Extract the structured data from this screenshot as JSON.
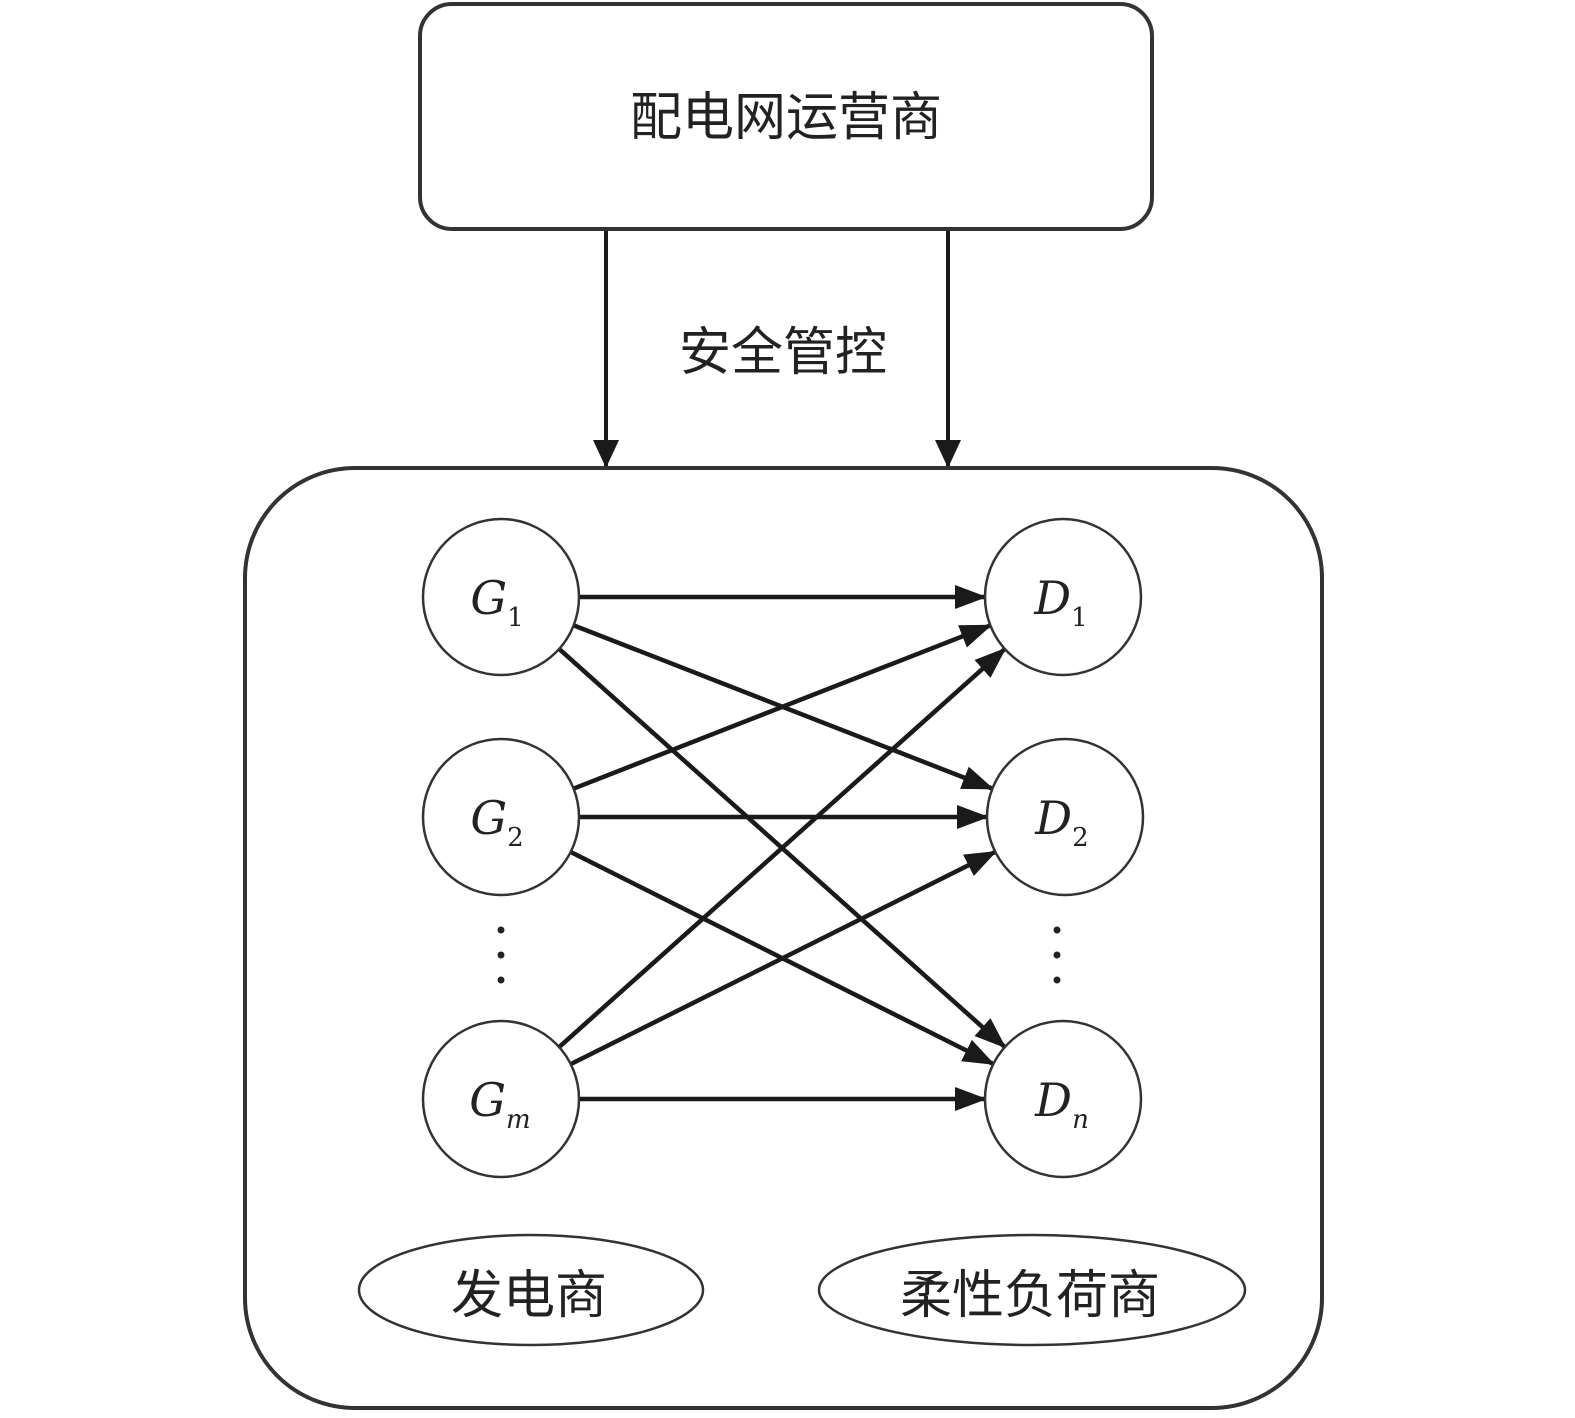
{
  "operator": {
    "label": "配电网运营商"
  },
  "control": {
    "label": "安全管控"
  },
  "generators": {
    "group_label": "发电商",
    "nodes": [
      {
        "letter": "G",
        "sub": "1",
        "sub_italic": false
      },
      {
        "letter": "G",
        "sub": "2",
        "sub_italic": false
      },
      {
        "letter": "G",
        "sub": "m",
        "sub_italic": true
      }
    ]
  },
  "loads": {
    "group_label": "柔性负荷商",
    "nodes": [
      {
        "letter": "D",
        "sub": "1",
        "sub_italic": false
      },
      {
        "letter": "D",
        "sub": "2",
        "sub_italic": false
      },
      {
        "letter": "D",
        "sub": "n",
        "sub_italic": true
      }
    ]
  },
  "edges": [
    [
      "G1",
      "D1"
    ],
    [
      "G1",
      "D2"
    ],
    [
      "G1",
      "Dn"
    ],
    [
      "G2",
      "D1"
    ],
    [
      "G2",
      "D2"
    ],
    [
      "G2",
      "Dn"
    ],
    [
      "Gm",
      "D1"
    ],
    [
      "Gm",
      "D2"
    ],
    [
      "Gm",
      "Dn"
    ]
  ]
}
